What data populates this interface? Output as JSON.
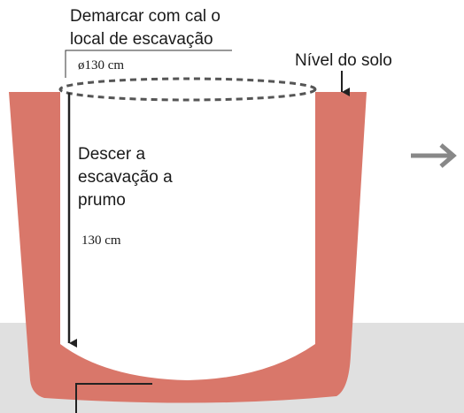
{
  "labels": {
    "mark_line1": "Demarcar com cal o",
    "mark_line2": "local de escavação",
    "diameter": "ø130 cm",
    "ground_level": "Nível do solo",
    "descend_line1": "Descer a",
    "descend_line2": "escavação a",
    "descend_line3": "prumo",
    "depth": "130 cm"
  },
  "colors": {
    "wall": "#d9776a",
    "ground": "#e0e0e0",
    "interior": "#ffffff",
    "arrow": "#222222",
    "next_arrow": "#888888"
  },
  "icons": {
    "next_step": "arrow-right-icon",
    "descend": "arrow-down-icon",
    "ground_marker": "arrow-down-icon"
  }
}
